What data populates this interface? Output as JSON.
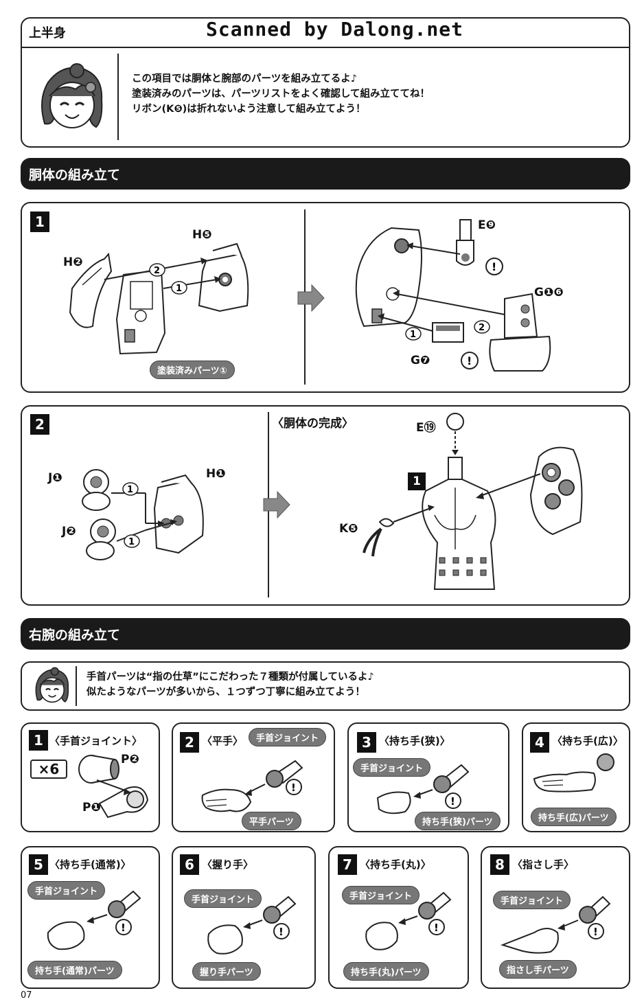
{
  "header": {
    "section_label": "上半身",
    "watermark": "Scanned by Dalong.net"
  },
  "intro": {
    "lines": [
      "この項目では胴体と腕部のパーツを組み立てるよ♪",
      "塗装済みのパーツは、パーツリストをよく確認して組み立ててね！",
      "リボン(K❺)は折れないよう注意して組み立てよう！"
    ]
  },
  "torso": {
    "section_title": "胴体の組み立て",
    "step1": {
      "number": "1",
      "labels": [
        "H❷",
        "H❺",
        "E❾",
        "G❶❻",
        "G❼"
      ],
      "order": [
        "2",
        "1",
        "1",
        "2"
      ],
      "painted_tag": "塗装済みパーツ①"
    },
    "step2": {
      "number": "2",
      "labels": [
        "J❶",
        "J❷",
        "H❶",
        "E⑲",
        "K❺"
      ],
      "order": [
        "1",
        "1",
        "1"
      ],
      "completion_title": "〈胴体の完成〉"
    }
  },
  "right_arm": {
    "section_title": "右腕の組み立て",
    "note_lines": [
      "手首パーツは“指の仕草”にこだわった７種類が付属しているよ♪",
      "似たようなパーツが多いから、１つずつ丁寧に組み立てよう！"
    ],
    "steps": [
      {
        "number": "1",
        "title": "〈手首ジョイント〉",
        "multiplier": "×6",
        "labels": [
          "P❷",
          "P❶"
        ]
      },
      {
        "number": "2",
        "title": "〈平手〉",
        "joint_tag": "手首ジョイント",
        "part_tag": "平手パーツ"
      },
      {
        "number": "3",
        "title": "〈持ち手(狭)〉",
        "joint_tag": "手首ジョイント",
        "part_tag": "持ち手(狭)パーツ"
      },
      {
        "number": "4",
        "title": "〈持ち手(広)〉",
        "part_tag": "持ち手(広)パーツ"
      },
      {
        "number": "5",
        "title": "〈持ち手(通常)〉",
        "joint_tag": "手首ジョイント",
        "part_tag": "持ち手(通常)パーツ"
      },
      {
        "number": "6",
        "title": "〈握り手〉",
        "joint_tag": "手首ジョイント",
        "part_tag": "握り手パーツ"
      },
      {
        "number": "7",
        "title": "〈持ち手(丸)〉",
        "joint_tag": "手首ジョイント",
        "part_tag": "持ち手(丸)パーツ"
      },
      {
        "number": "8",
        "title": "〈指さし手〉",
        "joint_tag": "手首ジョイント",
        "part_tag": "指さし手パーツ"
      }
    ]
  },
  "footer": {
    "page_number": "07"
  },
  "icons": {
    "caution": "exclamation-circle-icon",
    "paint": "paint-brush-icon",
    "progress": "big-right-arrow-icon"
  }
}
